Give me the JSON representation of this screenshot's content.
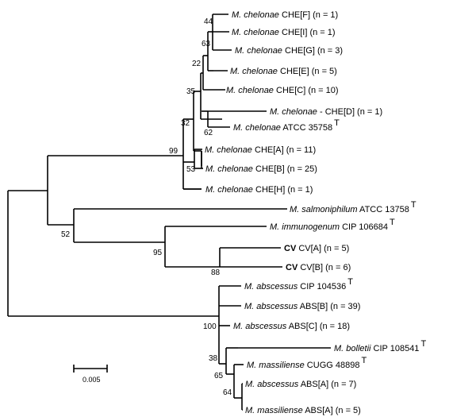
{
  "figure": {
    "type": "phylogenetic_tree",
    "scale_bar_label": "0.005",
    "taxa": [
      {
        "id": "chf",
        "species": "M. chelonae",
        "strain": "CHE[F]",
        "n": "(n = 1)",
        "sup": ""
      },
      {
        "id": "chi",
        "species": "M. chelonae",
        "strain": "CHE[I]",
        "n": "(n = 1)",
        "sup": ""
      },
      {
        "id": "chg",
        "species": "M. chelonae",
        "strain": "CHE[G]",
        "n": "(n = 3)",
        "sup": ""
      },
      {
        "id": "che",
        "species": "M. chelonae",
        "strain": "CHE[E]",
        "n": "(n = 5)",
        "sup": ""
      },
      {
        "id": "chc",
        "species": "M. chelonae",
        "strain": "CHE[C]",
        "n": "(n = 10)",
        "sup": ""
      },
      {
        "id": "chd",
        "species": "M. chelonae",
        "strain": "- CHE[D]",
        "n": "(n = 1)",
        "sup": ""
      },
      {
        "id": "atcc35758",
        "species": "M. chelonae",
        "strain": "ATCC 35758",
        "n": "",
        "sup": "T"
      },
      {
        "id": "cha",
        "species": "M. chelonae",
        "strain": "CHE[A]",
        "n": "(n = 11)",
        "sup": ""
      },
      {
        "id": "chb",
        "species": "M. chelonae",
        "strain": "CHE[B]",
        "n": "(n = 25)",
        "sup": ""
      },
      {
        "id": "chh",
        "species": "M. chelonae",
        "strain": "CHE[H]",
        "n": "(n = 1)",
        "sup": ""
      },
      {
        "id": "salm",
        "species": "M. salmoniphilum",
        "strain": "ATCC 13758",
        "n": "",
        "sup": "T"
      },
      {
        "id": "immu",
        "species": "M. immunogenum",
        "strain": "CIP 106684",
        "n": "",
        "sup": "T"
      },
      {
        "id": "cva",
        "species": "CV",
        "strain": "CV[A]",
        "n": "(n = 5)",
        "sup": "",
        "bold": true
      },
      {
        "id": "cvb",
        "species": "CV",
        "strain": "CV[B]",
        "n": "(n = 6)",
        "sup": "",
        "bold": true
      },
      {
        "id": "abs104536",
        "species": "M. abscessus",
        "strain": "CIP 104536",
        "n": "",
        "sup": "T"
      },
      {
        "id": "absb",
        "species": "M. abscessus",
        "strain": "ABS[B]",
        "n": "(n = 39)",
        "sup": ""
      },
      {
        "id": "absc",
        "species": "M. abscessus",
        "strain": "ABS[C]",
        "n": "(n = 18)",
        "sup": ""
      },
      {
        "id": "boll",
        "species": "M. bolletii",
        "strain": "CIP 108541",
        "n": "",
        "sup": "T"
      },
      {
        "id": "mass48898",
        "species": "M. massiliense",
        "strain": "CUGG 48898",
        "n": "",
        "sup": "T"
      },
      {
        "id": "absa",
        "species": "M. abscessus",
        "strain": "ABS[A]",
        "n": "(n = 7)",
        "sup": ""
      },
      {
        "id": "massa",
        "species": "M. massiliense",
        "strain": "ABS[A]",
        "n": "(n = 5)",
        "sup": ""
      }
    ],
    "support_values": [
      "44",
      "63",
      "22",
      "35",
      "62",
      "32",
      "99",
      "53",
      "52",
      "95",
      "88",
      "100",
      "38",
      "65",
      "64"
    ]
  }
}
